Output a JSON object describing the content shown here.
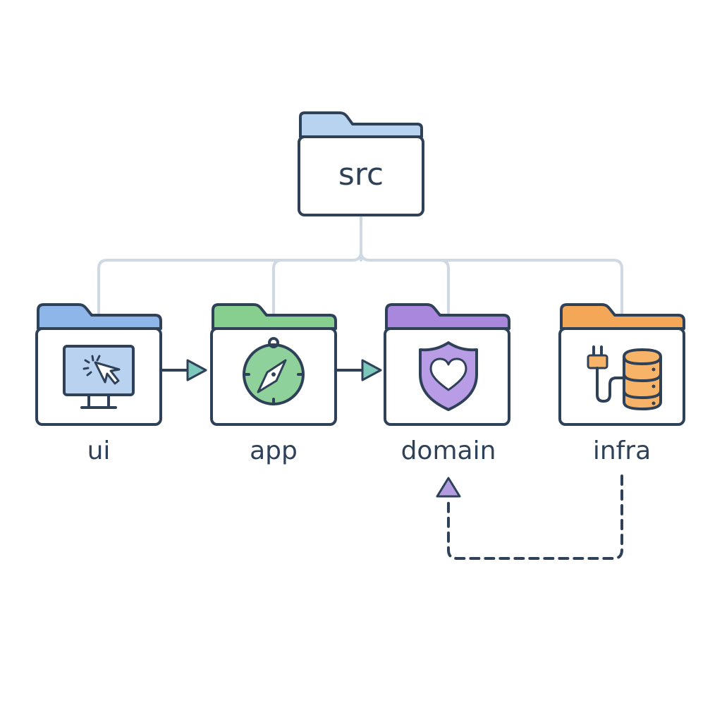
{
  "root": {
    "label": "src",
    "icon": "folder-icon",
    "tab_color": "#b7d3ef"
  },
  "children": [
    {
      "id": "ui",
      "label": "ui",
      "icon": "monitor-cursor-icon",
      "tab_color": "#8fb6e8",
      "icon_fill": "#b8d2f0"
    },
    {
      "id": "app",
      "label": "app",
      "icon": "compass-icon",
      "tab_color": "#86cf8f",
      "icon_fill": "#8fd19a"
    },
    {
      "id": "domain",
      "label": "domain",
      "icon": "shield-heart-icon",
      "tab_color": "#a987dc",
      "icon_fill": "#b99ce6"
    },
    {
      "id": "infra",
      "label": "infra",
      "icon": "plug-database-icon",
      "tab_color": "#f4a757",
      "icon_fill": "#f7b468"
    }
  ],
  "dependencies": [
    {
      "from": "ui",
      "to": "app",
      "style": "solid",
      "color": "#7ec7bb"
    },
    {
      "from": "app",
      "to": "domain",
      "style": "solid",
      "color": "#7ec7bb"
    },
    {
      "from": "infra",
      "to": "domain",
      "style": "dashed",
      "color": "#b39be1"
    }
  ],
  "colors": {
    "outline": "#2f4158",
    "tree_line": "#cfd8e3",
    "background": "#ffffff"
  }
}
